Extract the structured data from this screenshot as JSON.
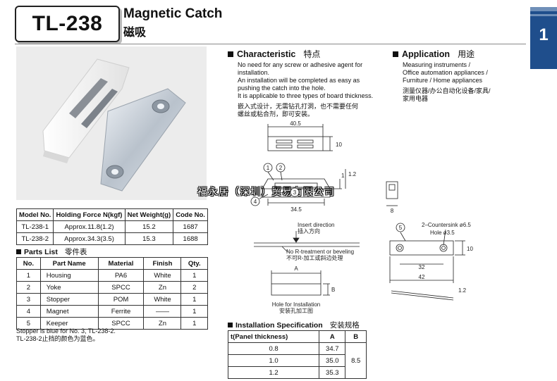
{
  "header": {
    "model": "TL-238",
    "title_en": "Magnetic Catch",
    "title_cn": "磁吸",
    "page_tab": "1"
  },
  "spec_table": {
    "headers": [
      "Model No.",
      "Holding Force N(kgf)",
      "Net Weight(g)",
      "Code No."
    ],
    "rows": [
      [
        "TL-238-1",
        "Approx.11.8(1.2)",
        "15.2",
        "1687"
      ],
      [
        "TL-238-2",
        "Approx.34.3(3.5)",
        "15.3",
        "1688"
      ]
    ]
  },
  "parts": {
    "title": "Parts List",
    "title_cn": "零件表",
    "headers": [
      "No.",
      "Part Name",
      "Material",
      "Finish",
      "Qty."
    ],
    "rows": [
      [
        "1",
        "Housing",
        "PA6",
        "White",
        "1"
      ],
      [
        "2",
        "Yoke",
        "SPCC",
        "Zn",
        "2"
      ],
      [
        "3",
        "Stopper",
        "POM",
        "White",
        "1"
      ],
      [
        "4",
        "Magnet",
        "Ferrite",
        "——",
        "1"
      ],
      [
        "5",
        "Keeper",
        "SPCC",
        "Zn",
        "1"
      ]
    ],
    "note_en": "Stopper is blue for No. 3, TL-238-2.",
    "note_cn": "TL-238-2止挡的颜色为蓝色。"
  },
  "characteristic": {
    "title": "Characteristic",
    "title_cn": "特点",
    "lines": [
      "No need for any screw or adhesive agent for",
      "installation.",
      "An installation will be completed as easy as",
      "pushing the catch into the hole.",
      "It is applicable to three types of board thickness."
    ],
    "lines_cn": [
      "嵌入式设计，无需钻孔打洞，也不需要任何",
      "螺丝或粘合剂，即可安装。"
    ]
  },
  "application": {
    "title": "Application",
    "title_cn": "用途",
    "lines": [
      "Measuring instruments /",
      "Office automation appliances /",
      "Furniture / Home appliances"
    ],
    "lines_cn": [
      "测量仪器/办公自动化设备/家具/",
      "家用电器"
    ]
  },
  "drawing": {
    "dim_40_5": "40.5",
    "dim_10": "10",
    "dim_34_5": "34.5",
    "dim_1": "1",
    "dim_1_2": "1.2",
    "dim_8": "8",
    "insert_en": "Insert direction",
    "insert_cn": "插入方向",
    "no_r_en": "No R-treatment or beveling",
    "no_r_cn": "不可R-加工或斜边处理",
    "label_a": "A",
    "label_b": "B",
    "hole_en": "Hole for Installation",
    "hole_cn": "安装孔加工图",
    "countersink": "2–Countersink ø6.5",
    "hole_dia": "Hole ø3.5",
    "dim_32": "32",
    "dim_42": "42",
    "dim_10b": "10",
    "dim_1_2b": "1.2",
    "callout_1": "1",
    "callout_2": "2",
    "callout_3": "3",
    "callout_4": "4",
    "callout_5": "5"
  },
  "installation": {
    "title": "Installation Specification",
    "title_cn": "安装规格",
    "headers": [
      "t(Panel thickness)",
      "A",
      "B"
    ],
    "rows": [
      [
        "0.8",
        "34.7"
      ],
      [
        "1.0",
        "35.0"
      ],
      [
        "1.2",
        "35.3"
      ]
    ],
    "b_value": "8.5"
  },
  "watermark": "福永居（深圳）贸易有限公司"
}
